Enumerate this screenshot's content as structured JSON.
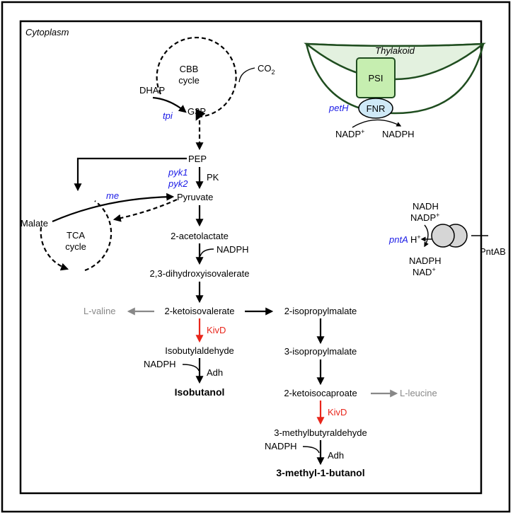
{
  "compartments": {
    "cytoplasm": "Cytoplasm",
    "thylakoid": "Thylakoid"
  },
  "cycles": {
    "cbb": [
      "CBB",
      "cycle"
    ],
    "tca": [
      "TCA",
      "cycle"
    ]
  },
  "metabolites": {
    "co2": "CO",
    "co2_sub": "2",
    "dhap": "DHAP",
    "g3p": "G3P",
    "pep": "PEP",
    "pyruvate": "Pyruvate",
    "malate": "Malate",
    "acetolactate": "2-acetolactate",
    "dihydroxyisovalerate": "2,3-dihydroxyisovalerate",
    "ketoisovalerate": "2-ketoisovalerate",
    "valine": "L-valine",
    "isobutylaldehyde": "Isobutylaldehyde",
    "isobutanol": "Isobutanol",
    "isopropylmalate2": "2-isopropylmalate",
    "isopropylmalate3": "3-isopropylmalate",
    "ketoisocaproate": "2-ketoisocaproate",
    "leucine": "L-leucine",
    "methylbutyraldehyde": "3-methylbutyraldehyde",
    "methylbutanol": "3-methyl-1-butanol"
  },
  "cofactors": {
    "nadph": "NADPH",
    "nadp_plus": "NADP",
    "nadh": "NADH",
    "nad_plus": "NAD",
    "h_plus": "H",
    "plus": "+"
  },
  "enzymes": {
    "pk": "PK",
    "kivd": "KivD",
    "adh": "Adh",
    "psi": "PSI",
    "fnr": "FNR",
    "pntab": "PntAB"
  },
  "genes": {
    "tpi": "tpi",
    "pyk1": "pyk1",
    "pyk2": "pyk2",
    "me": "me",
    "petH": "petH",
    "pntA": "pntA"
  },
  "colors": {
    "gene": "#1a1ae6",
    "kivd": "#e8261b",
    "side_product": "#888888",
    "thylakoid_fill": "#e3f1df",
    "thylakoid_stroke": "#1f4d1f",
    "psi_fill": "#c6eeb0",
    "fnr_fill": "#cfe9f7",
    "transporter_fill": "#d6d6d6"
  }
}
